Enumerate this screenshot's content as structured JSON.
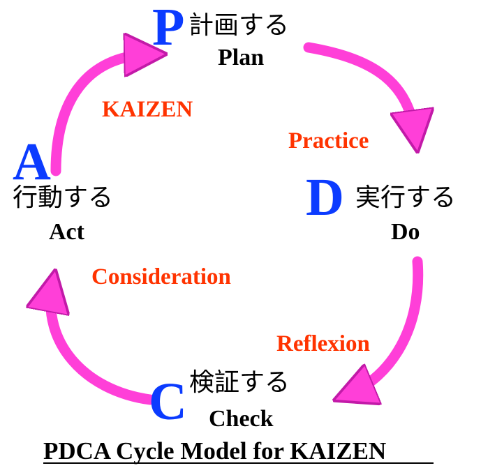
{
  "colors": {
    "letter": "#0b3bff",
    "text": "#000000",
    "arrow_label": "#ff3300",
    "arrow": "#ff3fd8",
    "arrow_edge": "#c21aa8"
  },
  "stages": {
    "plan": {
      "letter": "P",
      "jp": "計画する",
      "en": "Plan"
    },
    "do": {
      "letter": "D",
      "jp": "実行する",
      "en": "Do"
    },
    "check": {
      "letter": "C",
      "jp": "検証する",
      "en": "Check"
    },
    "act": {
      "letter": "A",
      "jp": "行動する",
      "en": "Act"
    }
  },
  "arrow_labels": {
    "kaizen": "KAIZEN",
    "practice": "Practice",
    "reflexion": "Reflexion",
    "consideration": "Consideration"
  },
  "caption": "PDCA Cycle Model for KAIZEN"
}
